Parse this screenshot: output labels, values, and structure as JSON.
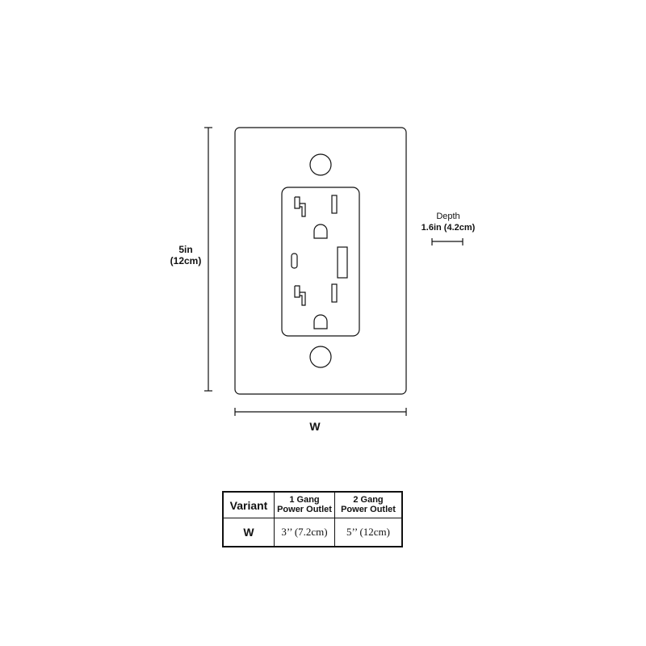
{
  "dimensions": {
    "height_label": "5in\n(12cm)",
    "height_in": "5in",
    "height_cm": "(12cm)",
    "depth_title": "Depth",
    "depth_value": "1.6in (4.2cm)",
    "width_label": "W"
  },
  "table": {
    "headers": [
      "Variant",
      "1 Gang\nPower Outlet",
      "2 Gang\nPower Outlet"
    ],
    "header_1_line1": "1 Gang",
    "header_1_line2": "Power Outlet",
    "header_2_line1": "2 Gang",
    "header_2_line2": "Power Outlet",
    "rows": [
      {
        "variant": "W",
        "one_gang": "3’’ (7.2cm)",
        "two_gang": "5’’ (12cm)"
      }
    ]
  },
  "colors": {
    "line": "#111111",
    "background": "#ffffff"
  }
}
